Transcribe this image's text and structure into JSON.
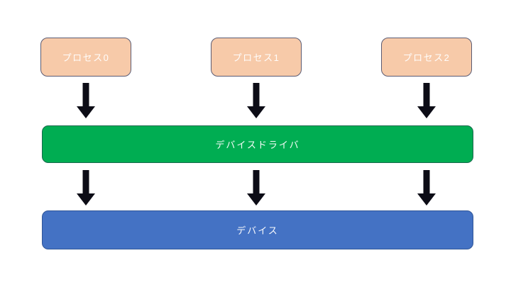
{
  "diagram": {
    "processes": [
      {
        "label": "プロセス0"
      },
      {
        "label": "プロセス1"
      },
      {
        "label": "プロセス2"
      }
    ],
    "driver": {
      "label": "デバイスドライバ"
    },
    "device": {
      "label": "デバイス"
    },
    "icons": {
      "arrow": "down-arrow"
    },
    "colors": {
      "background": "#FFFFFF",
      "process_fill": "#F7CAA9",
      "process_border": "#5B5B73",
      "driver_fill": "#00AD52",
      "driver_border": "#17684C",
      "device_fill": "#4472C4",
      "device_border": "#2F5597",
      "arrow_fill": "#0C0C16",
      "label_text": "#FFFFFF"
    }
  }
}
